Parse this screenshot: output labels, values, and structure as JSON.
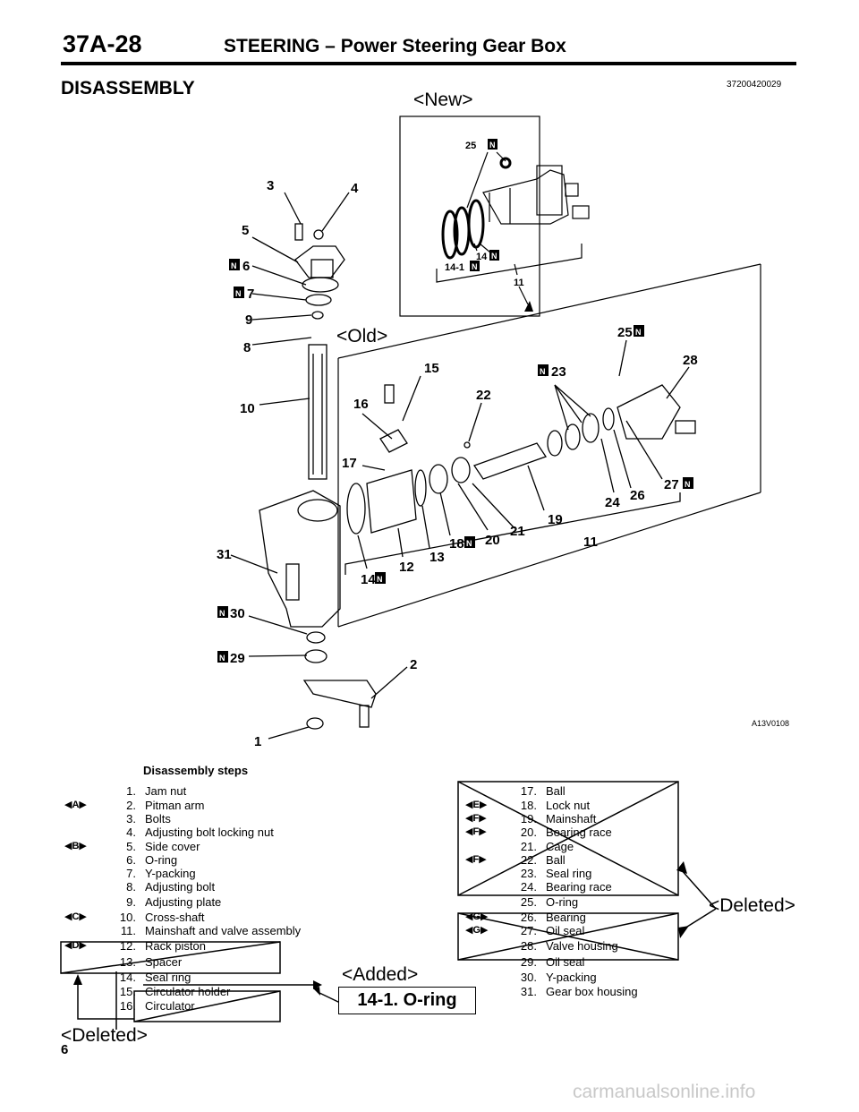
{
  "header": {
    "page_code": "37A-28",
    "title": "STEERING – Power Steering Gear Box",
    "section": "DISASSEMBLY",
    "doc_id": "37200420029"
  },
  "annotations": {
    "new": "<New>",
    "old": "<Old>",
    "deleted_right": "<Deleted>",
    "deleted_left": "<Deleted>",
    "added": "<Added>",
    "added_item": "14-1. O-ring"
  },
  "figure": {
    "figure_id": "A13V0108",
    "callouts": [
      "1",
      "2",
      "3",
      "4",
      "5",
      "6",
      "7",
      "8",
      "9",
      "10",
      "11",
      "12",
      "13",
      "14",
      "15",
      "16",
      "17",
      "18",
      "19",
      "20",
      "21",
      "22",
      "23",
      "24",
      "25",
      "26",
      "27",
      "28",
      "29",
      "30",
      "31",
      "14-1",
      "11",
      "14",
      "25"
    ],
    "new_part_marker": "N"
  },
  "steps": {
    "title": "Disassembly steps",
    "left": [
      {
        "n": "1.",
        "label": "Jam nut",
        "mark": ""
      },
      {
        "n": "2.",
        "label": "Pitman arm",
        "mark": "A"
      },
      {
        "n": "3.",
        "label": "Bolts",
        "mark": ""
      },
      {
        "n": "4.",
        "label": "Adjusting bolt locking nut",
        "mark": ""
      },
      {
        "n": "5.",
        "label": "Side cover",
        "mark": "B"
      },
      {
        "n": "6.",
        "label": "O-ring",
        "mark": ""
      },
      {
        "n": "7.",
        "label": "Y-packing",
        "mark": ""
      },
      {
        "n": "8.",
        "label": "Adjusting bolt",
        "mark": ""
      },
      {
        "n": "9.",
        "label": "Adjusting plate",
        "mark": ""
      },
      {
        "n": "10.",
        "label": "Cross-shaft",
        "mark": "C"
      },
      {
        "n": "11.",
        "label": "Mainshaft and valve assembly",
        "mark": ""
      },
      {
        "n": "12.",
        "label": "Rack piston",
        "mark": "D"
      },
      {
        "n": "13.",
        "label": "Spacer",
        "mark": ""
      },
      {
        "n": "14.",
        "label": "Seal ring",
        "mark": ""
      },
      {
        "n": "15.",
        "label": "Circulator holder",
        "mark": ""
      },
      {
        "n": "16.",
        "label": "Circulator",
        "mark": ""
      }
    ],
    "right": [
      {
        "n": "17.",
        "label": "Ball",
        "mark": ""
      },
      {
        "n": "18.",
        "label": "Lock nut",
        "mark": "E"
      },
      {
        "n": "19.",
        "label": "Mainshaft",
        "mark": "F"
      },
      {
        "n": "20.",
        "label": "Bearing race",
        "mark": "F"
      },
      {
        "n": "21.",
        "label": "Cage",
        "mark": ""
      },
      {
        "n": "22.",
        "label": "Ball",
        "mark": "F"
      },
      {
        "n": "23.",
        "label": "Seal ring",
        "mark": ""
      },
      {
        "n": "24.",
        "label": "Bearing race",
        "mark": ""
      },
      {
        "n": "25.",
        "label": "O-ring",
        "mark": ""
      },
      {
        "n": "26.",
        "label": "Bearing",
        "mark": "G"
      },
      {
        "n": "27.",
        "label": "Oil seal",
        "mark": "G"
      },
      {
        "n": "28.",
        "label": "Valve housing",
        "mark": ""
      },
      {
        "n": "29.",
        "label": "Oil seal",
        "mark": ""
      },
      {
        "n": "30.",
        "label": "Y-packing",
        "mark": ""
      },
      {
        "n": "31.",
        "label": "Gear box housing",
        "mark": ""
      }
    ]
  },
  "footer": {
    "page_number": "6",
    "watermark": "carmanualsonline.info"
  }
}
